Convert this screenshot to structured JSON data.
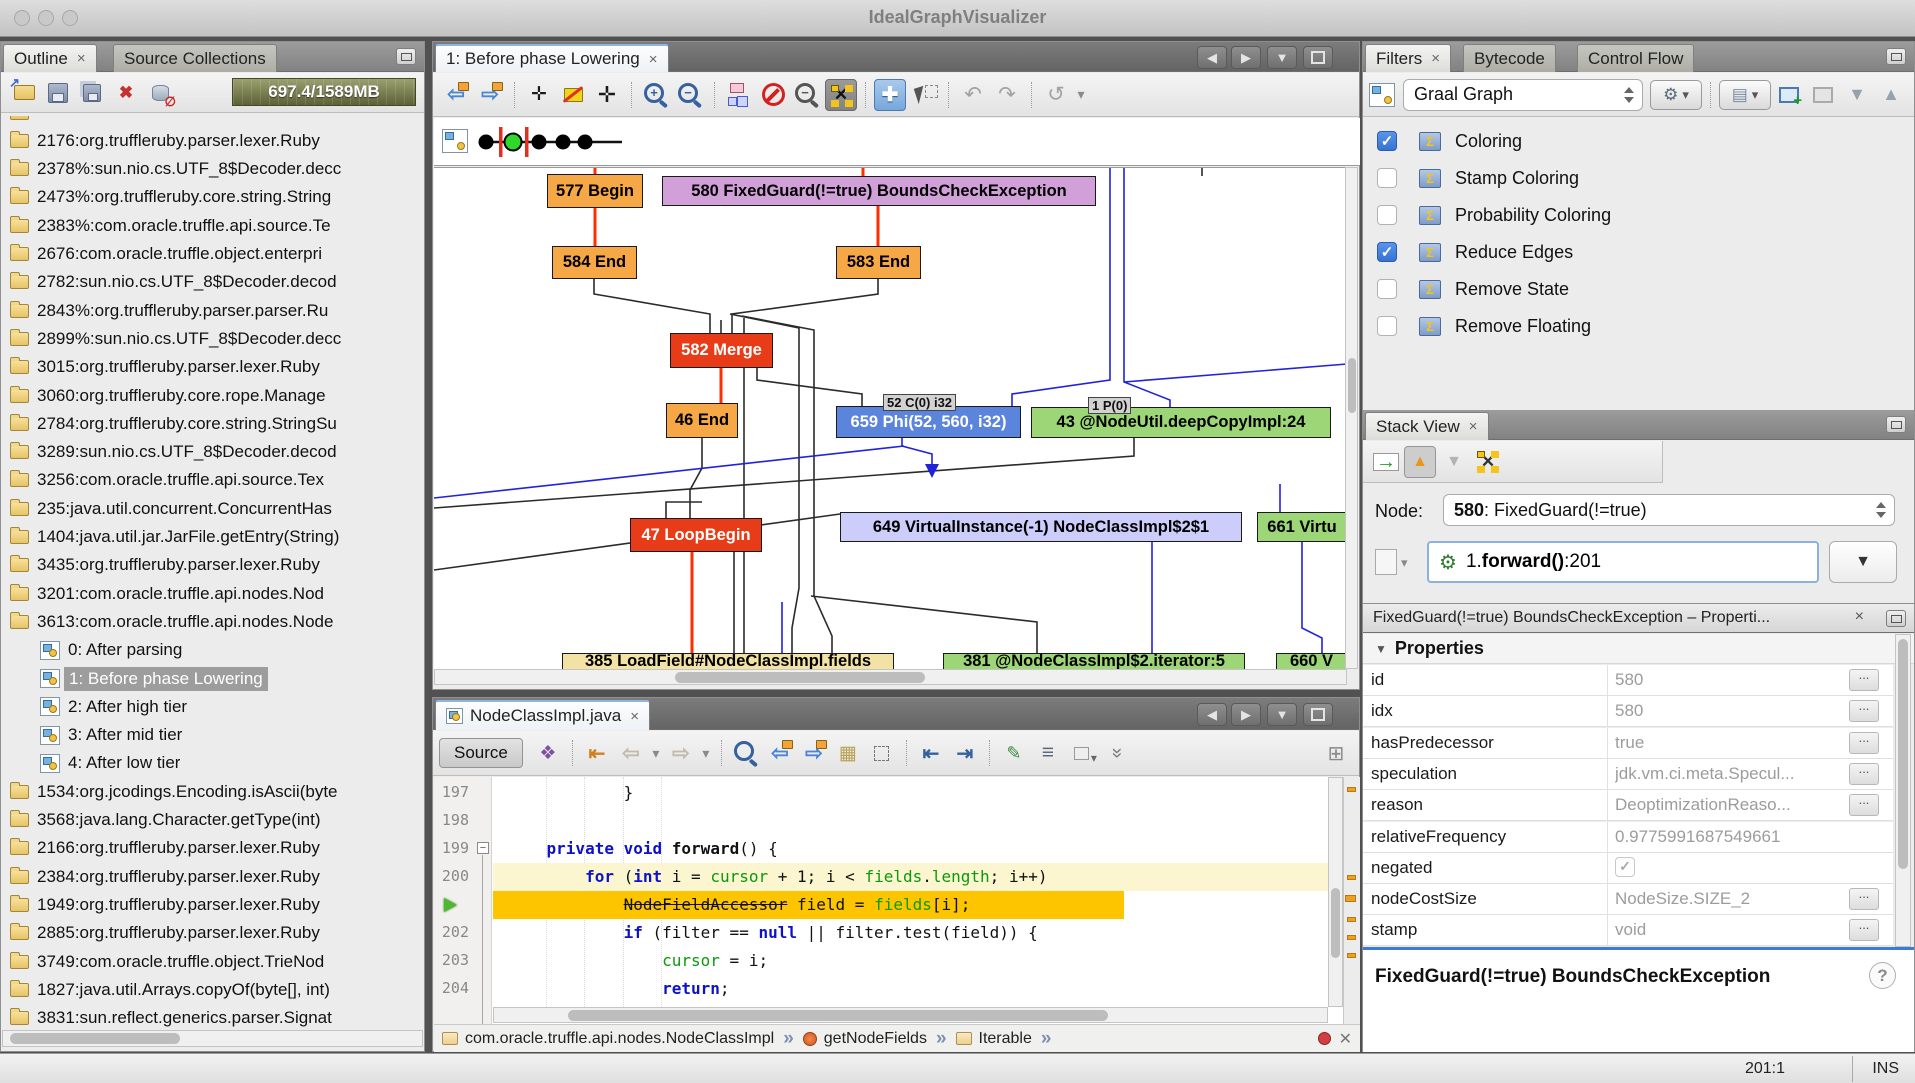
{
  "window": {
    "title": "IdealGraphVisualizer"
  },
  "outline": {
    "tabs": [
      {
        "label": "Outline"
      },
      {
        "label": "Source Collections"
      }
    ],
    "toolbar_icons": [
      "open-folder-icon",
      "save-icon",
      "save-all-icon",
      "delete-icon",
      "database-block-icon"
    ],
    "memory": "697.4/1589MB",
    "items": [
      {
        "icon": "folder",
        "label": ""
      },
      {
        "icon": "folder",
        "label": "2176:org.truffleruby.parser.lexer.Ruby"
      },
      {
        "icon": "folder",
        "label": "2378%:sun.nio.cs.UTF_8$Decoder.decc"
      },
      {
        "icon": "folder",
        "label": "2473%:org.truffleruby.core.string.String"
      },
      {
        "icon": "folder",
        "label": "2383%:com.oracle.truffle.api.source.Te"
      },
      {
        "icon": "folder",
        "label": "2676:com.oracle.truffle.object.enterpri"
      },
      {
        "icon": "folder",
        "label": "2782:sun.nio.cs.UTF_8$Decoder.decod"
      },
      {
        "icon": "folder",
        "label": "2843%:org.truffleruby.parser.parser.Ru"
      },
      {
        "icon": "folder",
        "label": "2899%:sun.nio.cs.UTF_8$Decoder.decc"
      },
      {
        "icon": "folder",
        "label": "3015:org.truffleruby.parser.lexer.Ruby"
      },
      {
        "icon": "folder",
        "label": "3060:org.truffleruby.core.rope.Manage"
      },
      {
        "icon": "folder",
        "label": "2784:org.truffleruby.core.string.StringSu"
      },
      {
        "icon": "folder",
        "label": "3289:sun.nio.cs.UTF_8$Decoder.decod"
      },
      {
        "icon": "folder",
        "label": "3256:com.oracle.truffle.api.source.Tex"
      },
      {
        "icon": "folder",
        "label": "235:java.util.concurrent.ConcurrentHas"
      },
      {
        "icon": "folder",
        "label": "1404:java.util.jar.JarFile.getEntry(String)"
      },
      {
        "icon": "folder",
        "label": "3435:org.truffleruby.parser.lexer.Ruby"
      },
      {
        "icon": "folder",
        "label": "3201:com.oracle.truffle.api.nodes.Nod"
      },
      {
        "icon": "folder",
        "label": "3613:com.oracle.truffle.api.nodes.Node"
      },
      {
        "icon": "graph",
        "label": "0: After parsing",
        "indent": 1
      },
      {
        "icon": "graph",
        "label": "1: Before phase Lowering",
        "indent": 1,
        "selected": true
      },
      {
        "icon": "graph",
        "label": "2: After high tier",
        "indent": 1
      },
      {
        "icon": "graph",
        "label": "3: After mid tier",
        "indent": 1
      },
      {
        "icon": "graph",
        "label": "4: After low tier",
        "indent": 1
      },
      {
        "icon": "folder",
        "label": "1534:org.jcodings.Encoding.isAscii(byte"
      },
      {
        "icon": "folder",
        "label": "3568:java.lang.Character.getType(int)"
      },
      {
        "icon": "folder",
        "label": "2166:org.truffleruby.parser.lexer.Ruby"
      },
      {
        "icon": "folder",
        "label": "2384:org.truffleruby.parser.lexer.Ruby"
      },
      {
        "icon": "folder",
        "label": "1949:org.truffleruby.parser.lexer.Ruby"
      },
      {
        "icon": "folder",
        "label": "2885:org.truffleruby.parser.lexer.Ruby"
      },
      {
        "icon": "folder",
        "label": "3749:com.oracle.truffle.object.TrieNod"
      },
      {
        "icon": "folder",
        "label": "1827:java.util.Arrays.copyOf(byte[], int)"
      },
      {
        "icon": "folder",
        "label": "3831:sun.reflect.generics.parser.Signat"
      },
      {
        "icon": "folder",
        "label": ""
      }
    ]
  },
  "graph_panel": {
    "tab": {
      "label": "1: Before phase Lowering"
    },
    "toolbar_icons": [
      "prev-diff-icon",
      "next-diff-icon",
      "sep",
      "shrink-diff-icon",
      "cut-edges-icon",
      "expand-diff-icon",
      "sep",
      "zoom-in-icon",
      "zoom-out-icon",
      "sep",
      "hierarchy-icon",
      "block-view-icon",
      "zoom-selection-icon",
      "fit-selection-icon",
      "sep",
      "pan-mode-icon",
      "select-mode-icon",
      "sep",
      "undo-icon",
      "redo-icon",
      "sep",
      "revert-icon",
      "chevron-down-icon"
    ],
    "node_colors": {
      "begin": "#f5a845",
      "guard": "#d2a0d8",
      "merge": "#e83c18",
      "phi": "#5b84dc",
      "call": "#9cd677",
      "virtual": "#cdcdfb",
      "load": "#f2e3a4"
    },
    "nodes": [
      {
        "id": "n577",
        "label": "577 Begin",
        "type": "begin"
      },
      {
        "id": "n580",
        "label": "580 FixedGuard(!=true) BoundsCheckException",
        "type": "guard"
      },
      {
        "id": "n584",
        "label": "584 End",
        "type": "begin"
      },
      {
        "id": "n583",
        "label": "583 End",
        "type": "begin"
      },
      {
        "id": "n582",
        "label": "582 Merge",
        "type": "merge"
      },
      {
        "id": "n46",
        "label": "46 End",
        "type": "begin"
      },
      {
        "id": "n659",
        "label": "659 Phi(52, 560, i32)",
        "type": "phi"
      },
      {
        "id": "n43",
        "label": "43 @NodeUtil.deepCopyImpl:24",
        "type": "call"
      },
      {
        "id": "n47",
        "label": "47 LoopBegin",
        "type": "merge"
      },
      {
        "id": "n649",
        "label": "649 VirtualInstance(-1) NodeClassImpl$2$1",
        "type": "virtual"
      },
      {
        "id": "n661",
        "label": "661 Virtu",
        "type": "call"
      },
      {
        "id": "n385",
        "label": "385 LoadField#NodeClassImpl.fields",
        "type": "load"
      },
      {
        "id": "n381",
        "label": "381 @NodeClassImpl$2.iterator:5",
        "type": "call"
      },
      {
        "id": "n660",
        "label": "660 V",
        "type": "call"
      }
    ],
    "overlays": [
      {
        "id": "o52",
        "label": "52 C(0) i32"
      },
      {
        "id": "o1",
        "label": "1 P(0)"
      }
    ]
  },
  "filters": {
    "tabs": [
      {
        "label": "Filters"
      },
      {
        "label": "Bytecode"
      },
      {
        "label": "Control Flow"
      }
    ],
    "combo_value": "Graal Graph",
    "toolbar_icons": [
      "manage-filters-icon",
      "sep",
      "save-filter-icon",
      "new-window-icon",
      "disabled-window-icon",
      "move-down-icon",
      "move-up-icon"
    ],
    "items": [
      {
        "label": "Coloring",
        "checked": true
      },
      {
        "label": "Stamp Coloring",
        "checked": false
      },
      {
        "label": "Probability Coloring",
        "checked": false
      },
      {
        "label": "Reduce Edges",
        "checked": true
      },
      {
        "label": "Remove State",
        "checked": false
      },
      {
        "label": "Remove Floating",
        "checked": false
      }
    ]
  },
  "stack_view": {
    "title": "Stack View",
    "toolbar_icons": [
      "goto-source-icon",
      "push-up-icon",
      "push-down-icon",
      "expand-nodes-icon"
    ],
    "node_label": "Node:",
    "node_id": "580",
    "node_rest": ": FixedGuard(!=true)",
    "frame_prefix": "1.",
    "frame_method": "forward()",
    "frame_suffix": ":201"
  },
  "properties": {
    "title": "FixedGuard(!=true) BoundsCheckException – Properti...",
    "section": "Properties",
    "rows": [
      {
        "key": "id",
        "value": "580",
        "more": true
      },
      {
        "key": "idx",
        "value": "580",
        "more": true
      },
      {
        "key": "hasPredecessor",
        "value": "true",
        "more": true
      },
      {
        "key": "speculation",
        "value": "jdk.vm.ci.meta.Specul...",
        "more": true
      },
      {
        "key": "reason",
        "value": "DeoptimizationReaso...",
        "more": true
      },
      {
        "key": "relativeFrequency",
        "value": "0.9775991687549661",
        "more": false
      },
      {
        "key": "negated",
        "value": "",
        "checkbox": true,
        "checked": true,
        "more": false
      },
      {
        "key": "nodeCostSize",
        "value": "NodeSize.SIZE_2",
        "more": true
      },
      {
        "key": "stamp",
        "value": "void",
        "more": true
      }
    ],
    "footer": "FixedGuard(!=true) BoundsCheckException"
  },
  "source": {
    "tab": {
      "label": "NodeClassImpl.java"
    },
    "source_button": "Source",
    "toolbar_icons": [
      "diff-icon",
      "sep",
      "last-edit-icon",
      "back-icon",
      "chevron-down-icon",
      "forward-icon",
      "chevron-down-icon",
      "sep",
      "find-icon",
      "find-prev-icon",
      "find-next-icon",
      "toggle-highlight-icon",
      "select-rect-icon",
      "sep",
      "shift-left-icon",
      "shift-right-icon",
      "sep",
      "comment-icon",
      "sort-icon",
      "settings-icon",
      "chevrons-icon"
    ],
    "lines": [
      {
        "no": "197",
        "segs": [
          [
            "            }",
            "p"
          ]
        ]
      },
      {
        "no": "198",
        "segs": []
      },
      {
        "no": "199",
        "fold": true,
        "segs": [
          [
            "    ",
            "p"
          ],
          [
            "private",
            "k"
          ],
          [
            " ",
            "p"
          ],
          [
            "void",
            "k"
          ],
          [
            " ",
            "p"
          ],
          [
            "forward",
            "m"
          ],
          [
            "() {",
            "p"
          ]
        ]
      },
      {
        "no": "200",
        "hl": "line",
        "segs": [
          [
            "        ",
            "p"
          ],
          [
            "for",
            "k"
          ],
          [
            " (",
            "p"
          ],
          [
            "int",
            "k"
          ],
          [
            " i = ",
            "p"
          ],
          [
            "cursor",
            "f"
          ],
          [
            " + 1; i < ",
            "p"
          ],
          [
            "fields",
            "f"
          ],
          [
            ".",
            "p"
          ],
          [
            "length",
            "f"
          ],
          [
            "; i++)",
            "p"
          ]
        ]
      },
      {
        "no": "",
        "arrow": true,
        "hl": "exec",
        "segs": [
          [
            "            ",
            "p"
          ],
          [
            "NodeFieldAccessor",
            "d"
          ],
          [
            " field = ",
            "p"
          ],
          [
            "fields",
            "f"
          ],
          [
            "[i];",
            "p"
          ]
        ]
      },
      {
        "no": "202",
        "segs": [
          [
            "            ",
            "p"
          ],
          [
            "if",
            "k"
          ],
          [
            " (filter == ",
            "p"
          ],
          [
            "null",
            "k"
          ],
          [
            " || filter.test(field)) {",
            "p"
          ]
        ]
      },
      {
        "no": "203",
        "segs": [
          [
            "                ",
            "p"
          ],
          [
            "cursor",
            "f"
          ],
          [
            " = i;",
            "p"
          ]
        ]
      },
      {
        "no": "204",
        "segs": [
          [
            "                ",
            "p"
          ],
          [
            "return",
            "k"
          ],
          [
            ";",
            "p"
          ]
        ]
      }
    ],
    "breadcrumb": [
      {
        "icon": "class",
        "label": "com.oracle.truffle.api.nodes.NodeClassImpl"
      },
      {
        "icon": "method",
        "label": "getNodeFields"
      },
      {
        "icon": "class",
        "label": "Iterable"
      }
    ]
  },
  "status": {
    "caret": "201:1",
    "mode": "INS"
  }
}
